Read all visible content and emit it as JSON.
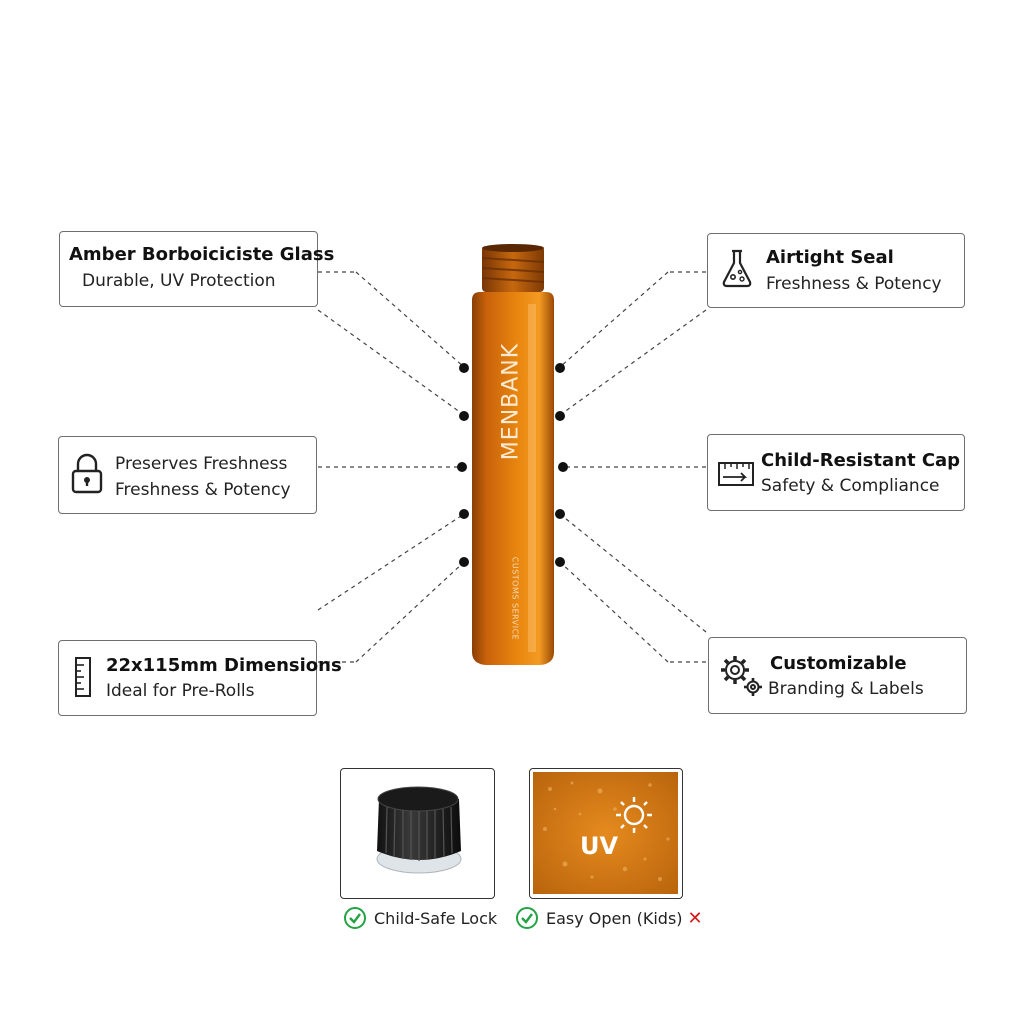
{
  "bottle": {
    "brand": "MENBANK",
    "service_text": "CUSTOMS SERVICE"
  },
  "features_left": [
    {
      "title": "Amber Borboiciciste Glass",
      "subtitle": "Durable, UV Protection"
    },
    {
      "title": "",
      "subtitle_line1": "Preserves Freshness",
      "subtitle_line2": "Freshness & Potency",
      "icon": "padlock-icon"
    },
    {
      "title": "22x115mm Dimensions",
      "subtitle": "Ideal for Pre-Rolls",
      "icon": "ruler-icon"
    }
  ],
  "features_right": [
    {
      "title": "Airtight Seal",
      "subtitle": "Freshness & Potency",
      "icon": "flask-icon"
    },
    {
      "title": "Child-Resistant Cap",
      "subtitle": "Safety & Compliance",
      "icon": "tape-measure-icon"
    },
    {
      "title": "Customizable",
      "subtitle": "Branding & Labels",
      "icon": "gears-icon"
    }
  ],
  "thumbnails": {
    "uv_label": "UV",
    "child_safe_label": "Child-Safe Lock",
    "easy_open_label": "Easy Open (Kids)"
  },
  "colors": {
    "amber": "#c9620a",
    "amber_light": "#f08a1a",
    "check_green": "#25a244",
    "cross_red": "#d21b1b"
  }
}
